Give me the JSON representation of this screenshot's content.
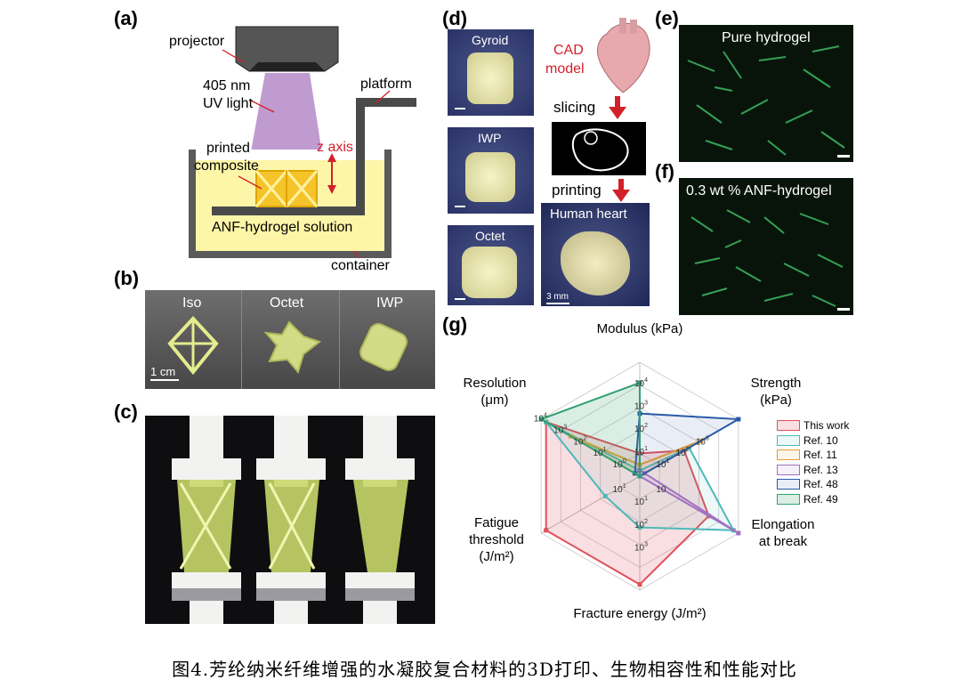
{
  "panels": {
    "a": {
      "label": "(a)",
      "projector": "projector",
      "light_line1": "405 nm",
      "light_line2": "UV light",
      "platform": "platform",
      "printed_line1": "printed",
      "printed_line2": "composite",
      "z_axis": "z axis",
      "solution": "ANF-hydrogel solution",
      "container": "container"
    },
    "b": {
      "label": "(b)",
      "items": [
        "Iso",
        "Octet",
        "IWP"
      ],
      "scale": "1 cm"
    },
    "c": {
      "label": "(c)"
    },
    "d": {
      "label": "(d)",
      "items": [
        "Gyroid",
        "IWP",
        "Octet"
      ],
      "cad_line1": "CAD",
      "cad_line2": "model",
      "slicing": "slicing",
      "printing": "printing",
      "heart": "Human heart",
      "scale": "3 mm"
    },
    "e": {
      "label": "(e)",
      "title": "Pure hydrogel"
    },
    "f": {
      "label": "(f)",
      "title": "0.3 wt % ANF-hydrogel"
    },
    "g": {
      "label": "(g)"
    }
  },
  "chart_data": {
    "type": "radar",
    "axes": [
      {
        "label_lines": [
          "Modulus (kPa)"
        ],
        "ticks": [
          "10^1",
          "10^2",
          "10^3",
          "10^4"
        ]
      },
      {
        "label_lines": [
          "Strength",
          "(kPa)"
        ],
        "ticks": [
          "10^1",
          "10^2",
          "10^3"
        ]
      },
      {
        "label_lines": [
          "Elongation",
          "at break"
        ],
        "ticks": [
          "10"
        ]
      },
      {
        "label_lines": [
          "Fracture energy (J/m²)"
        ],
        "ticks": [
          "10^1",
          "10^2",
          "10^3"
        ]
      },
      {
        "label_lines": [
          "Fatigue",
          "threshold",
          "(J/m²)"
        ],
        "ticks": [
          "10^1"
        ]
      },
      {
        "label_lines": [
          "Resolution",
          "(μm)"
        ],
        "ticks": [
          "10^0",
          "10^1",
          "10^2",
          "10^3",
          "10^4"
        ]
      }
    ],
    "rings": 5,
    "series": [
      {
        "name": "This work",
        "color": "#e0505a",
        "fill": "rgba(224,80,90,0.18)",
        "r": [
          0.2,
          0.45,
          0.7,
          0.95,
          0.95,
          0.95
        ]
      },
      {
        "name": "Ref. 10",
        "color": "#4fb8b8",
        "fill": "rgba(79,184,184,0.10)",
        "r": [
          0.05,
          0.5,
          0.95,
          0.45,
          0.35,
          0.95
        ]
      },
      {
        "name": "Ref. 11",
        "color": "#e0a030",
        "fill": "rgba(224,160,48,0.10)",
        "r": [
          0.1,
          0.62,
          0.0,
          0.0,
          0.0,
          0.7
        ]
      },
      {
        "name": "Ref. 13",
        "color": "#a070c0",
        "fill": "rgba(160,112,192,0.10)",
        "r": [
          0.05,
          0.05,
          1.0,
          0.0,
          0.0,
          0.05
        ]
      },
      {
        "name": "Ref. 48",
        "color": "#2a5aa8",
        "fill": "rgba(42,90,168,0.10)",
        "r": [
          0.55,
          1.0,
          0.0,
          0.0,
          0.0,
          0.05
        ]
      },
      {
        "name": "Ref. 49",
        "color": "#30a070",
        "fill": "rgba(48,160,112,0.18)",
        "r": [
          0.82,
          0.0,
          0.0,
          0.0,
          0.0,
          1.0
        ]
      }
    ]
  },
  "caption": "图4.芳纶纳米纤维增强的水凝胶复合材料的3D打印、生物相容性和性能对比"
}
